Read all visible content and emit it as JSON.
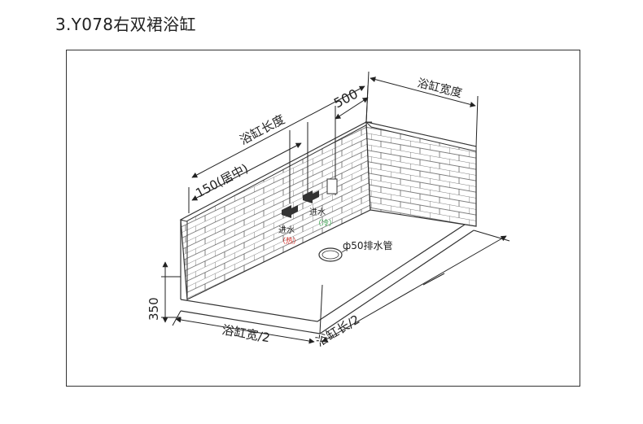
{
  "heading": "3.Y078右双裙浴缸",
  "labels": {
    "bathtub_width": "浴缸宽度",
    "bathtub_length": "浴缸长度",
    "dim_500": "500",
    "dim_150_center": "150(居中)",
    "dim_350": "350",
    "drain_pipe": "ф50排水管",
    "half_width": "浴缸宽/2",
    "half_length": "浴缸长/2",
    "inlet_cold": "进水",
    "inlet_cold_note": "（冷）",
    "inlet_hot": "进水",
    "inlet_hot_note": "（热）"
  },
  "colors": {
    "line": "#333333",
    "cold": "#2e9e44",
    "hot": "#d8322b",
    "text": "#222222"
  }
}
